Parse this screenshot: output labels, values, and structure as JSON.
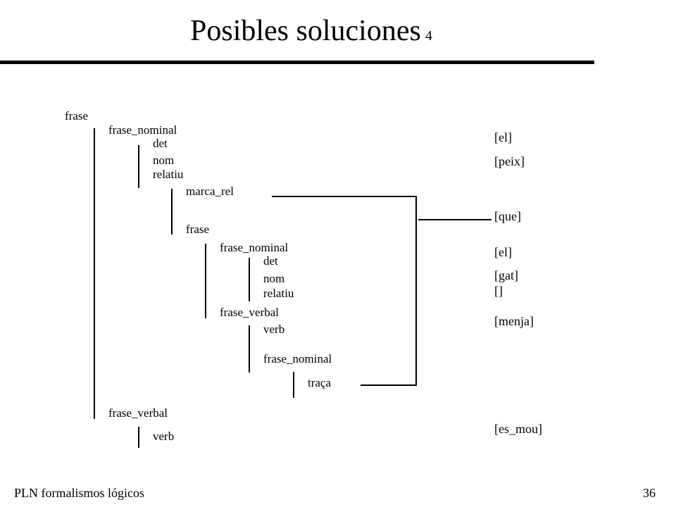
{
  "slide": {
    "title": "Posibles soluciones",
    "title_number": "4",
    "footer_left": "PLN  formalismos lógicos",
    "page_number": "36"
  },
  "tree": {
    "n1": "frase",
    "n2": "frase_nominal",
    "n3": "det",
    "n4": "nom",
    "n5": "relatiu",
    "n6": "marca_rel",
    "n7": "frase",
    "n8": "frase_nominal",
    "n9": "det",
    "n10": "nom",
    "n11": "relatiu",
    "n12": "frase_verbal",
    "n13": "verb",
    "n14": "frase_nominal",
    "n15": "traça",
    "n16": "frase_verbal",
    "n17": "verb"
  },
  "values": {
    "v1": "[el]",
    "v2": "[peix]",
    "v3": "[que]",
    "v4": "[el]",
    "v5": "[gat]",
    "v6": "[]",
    "v7": "[menja]",
    "v8": "[es_mou]"
  }
}
